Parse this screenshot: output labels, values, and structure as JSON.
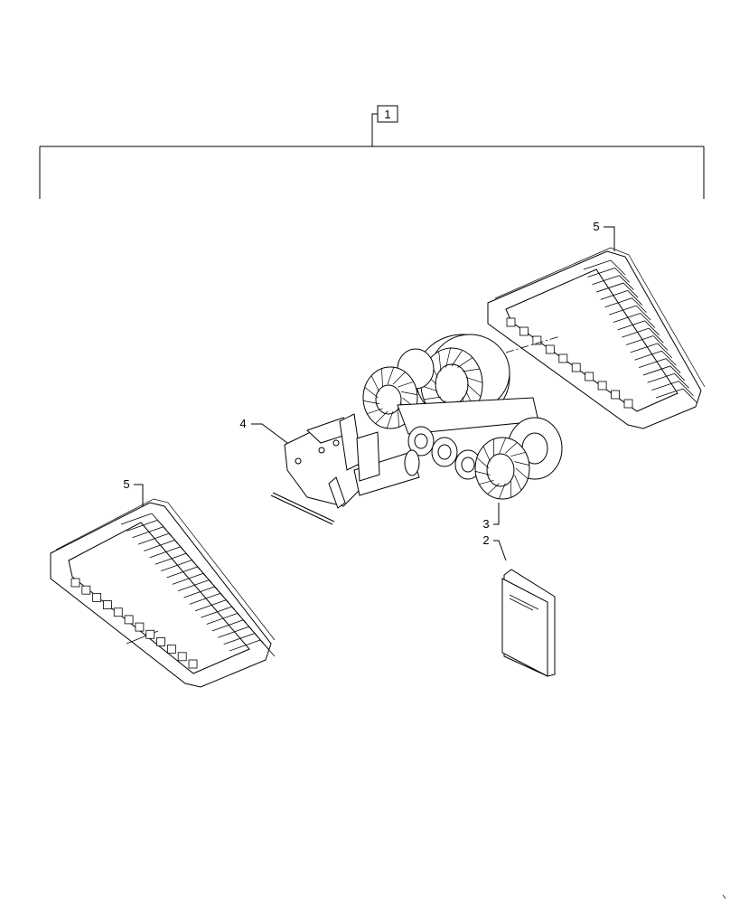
{
  "callouts": {
    "assembly": "1",
    "manual": "2",
    "bogie": "3",
    "frame": "4",
    "track_right": "5",
    "track_left": "5"
  }
}
